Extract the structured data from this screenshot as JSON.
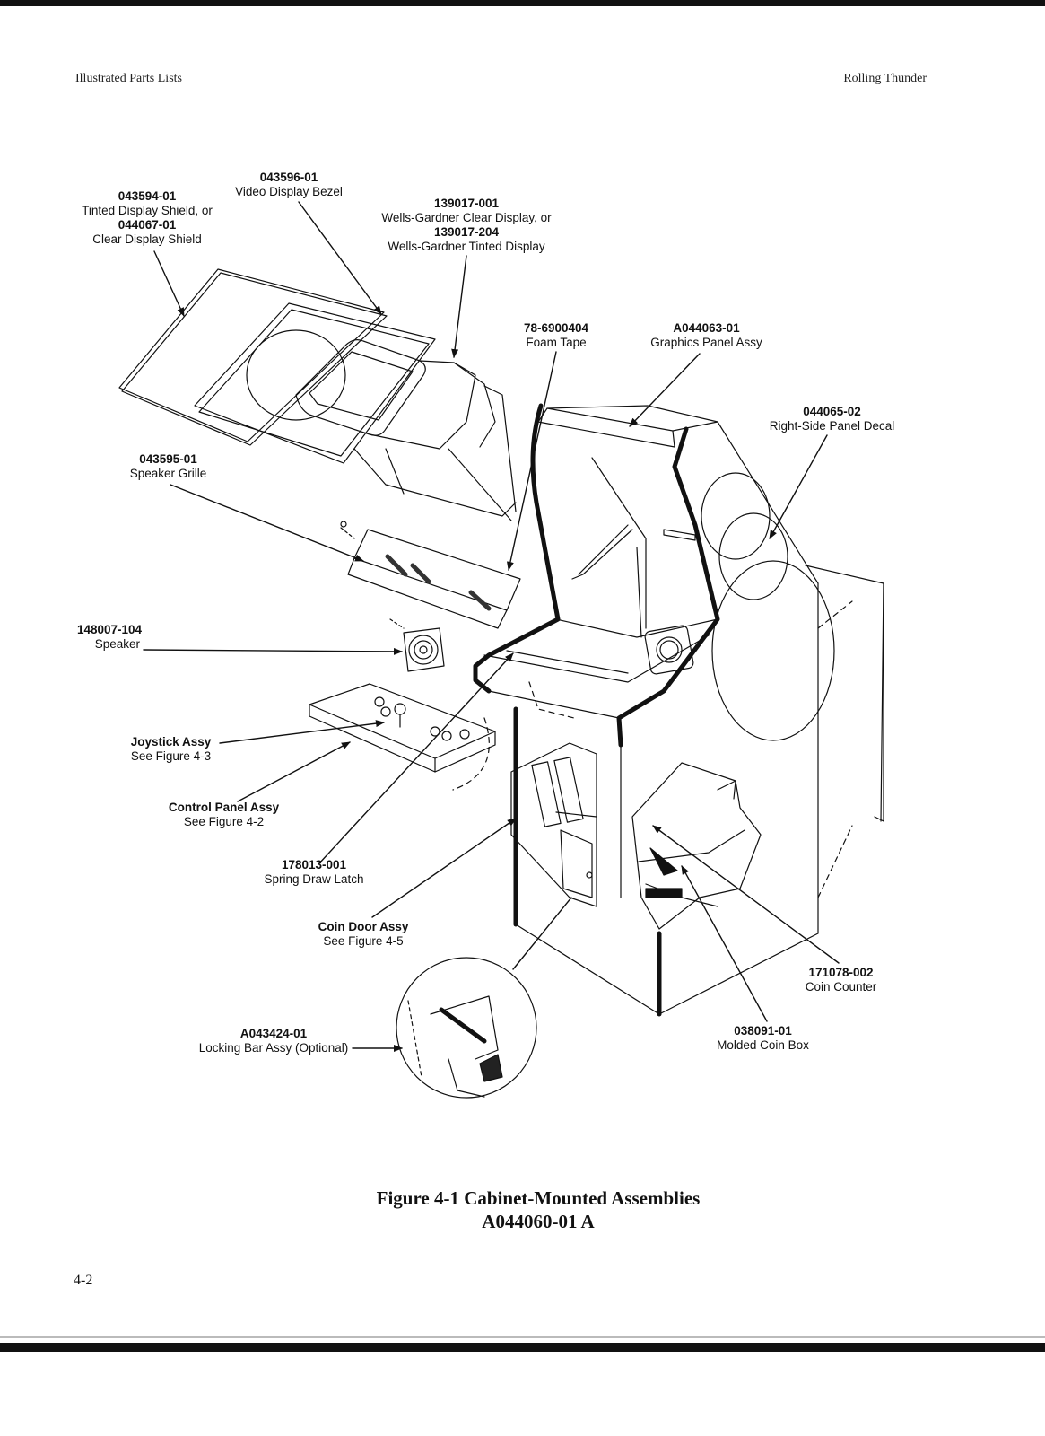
{
  "header": {
    "left": "Illustrated Parts Lists",
    "right": "Rolling Thunder"
  },
  "page_number": "4-2",
  "figure": {
    "caption_line1": "Figure 4-1  Cabinet-Mounted Assemblies",
    "caption_line2": "A044060-01  A"
  },
  "callouts": {
    "display_shield": {
      "pn1": "043594-01",
      "desc1": "Tinted Display Shield, or",
      "pn2": "044067-01",
      "desc2": "Clear Display Shield"
    },
    "video_bezel": {
      "pn": "043596-01",
      "desc": "Video Display Bezel"
    },
    "display": {
      "pn1": "139017-001",
      "desc1": "Wells-Gardner Clear Display, or",
      "pn2": "139017-204",
      "desc2": "Wells-Gardner Tinted Display"
    },
    "foam_tape": {
      "pn": "78-6900404",
      "desc": "Foam Tape"
    },
    "graphics_panel": {
      "pn": "A044063-01",
      "desc": "Graphics Panel Assy"
    },
    "right_side_decal": {
      "pn": "044065-02",
      "desc": "Right-Side Panel Decal"
    },
    "speaker_grille": {
      "pn": "043595-01",
      "desc": "Speaker Grille"
    },
    "speaker": {
      "pn": "148007-104",
      "desc": "Speaker"
    },
    "joystick": {
      "pn": "Joystick Assy",
      "desc": "See Figure 4-3"
    },
    "control_panel": {
      "pn": "Control Panel Assy",
      "desc": "See Figure 4-2"
    },
    "spring_latch": {
      "pn": "178013-001",
      "desc": "Spring Draw Latch"
    },
    "coin_door": {
      "pn": "Coin Door Assy",
      "desc": "See Figure 4-5"
    },
    "coin_counter": {
      "pn": "171078-002",
      "desc": "Coin Counter"
    },
    "coin_box": {
      "pn": "038091-01",
      "desc": "Molded Coin Box"
    },
    "locking_bar": {
      "pn": "A043424-01",
      "desc": "Locking Bar Assy (Optional)"
    }
  }
}
